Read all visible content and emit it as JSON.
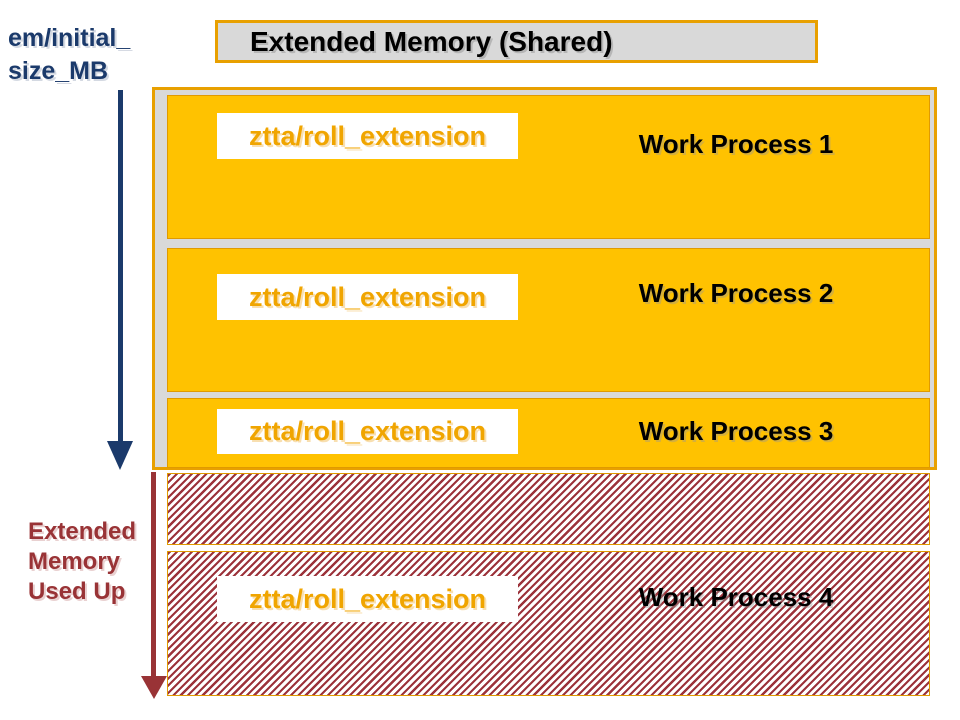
{
  "header": {
    "title": "Extended Memory (Shared)"
  },
  "left_labels": {
    "em_initial_size": {
      "line1": "em/initial_",
      "line2": "size_MB"
    },
    "extended_memory_used_up": {
      "line1": "Extended",
      "line2": "Memory",
      "line3": "Used Up"
    }
  },
  "rows": [
    {
      "param": "ztta/roll_extension",
      "name": "Work Process 1",
      "fill": "solid"
    },
    {
      "param": "ztta/roll_extension",
      "name": "Work Process 2",
      "fill": "solid"
    },
    {
      "param": "ztta/roll_extension",
      "name": "Work Process 3",
      "fill": "solid"
    },
    {
      "param": "",
      "name": "",
      "fill": "hatched"
    },
    {
      "param": "ztta/roll_extension",
      "name": "Work Process 4",
      "fill": "hatched"
    }
  ],
  "icons": {
    "em_arrow": "down-arrow",
    "used_up_arrow": "down-arrow"
  },
  "colors": {
    "work_process_fill": "#FFC200",
    "box_border_orange": "#E8A000",
    "row_border_orange": "#E09A00",
    "container_gray": "#D9D9D9",
    "param_chip_text": "#F0A500",
    "navy_blue": "#1B3A6B",
    "dark_red": "#993336",
    "hatch_stripe": "#9C333B",
    "hatch_background": "#FFFFFF",
    "title_text": "#000000"
  }
}
